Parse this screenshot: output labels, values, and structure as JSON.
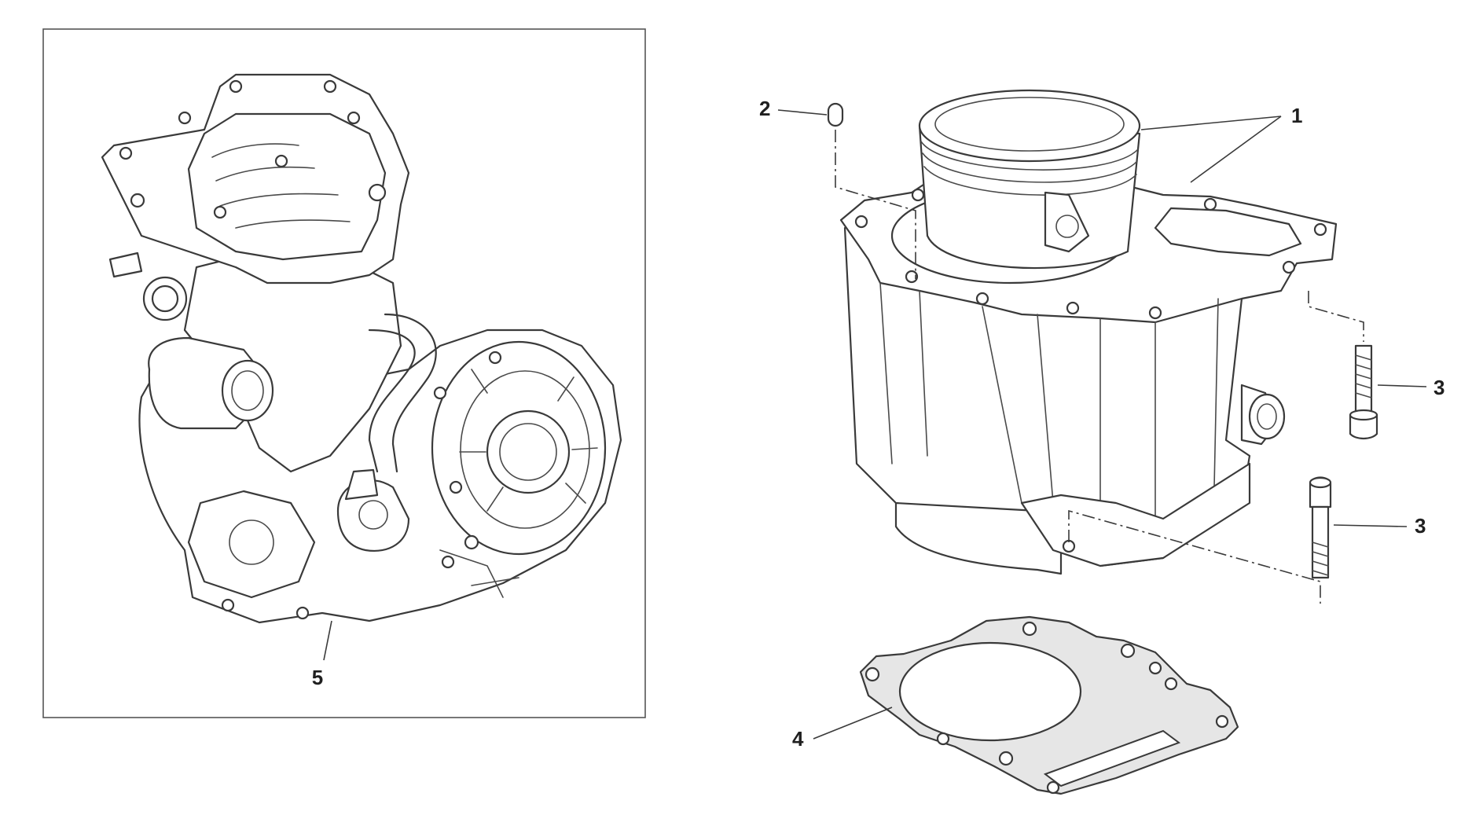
{
  "callouts": {
    "piston": "1",
    "oring": "2",
    "screw_upper": "3",
    "screw_lower": "3",
    "gasket": "4",
    "engine": "5"
  }
}
